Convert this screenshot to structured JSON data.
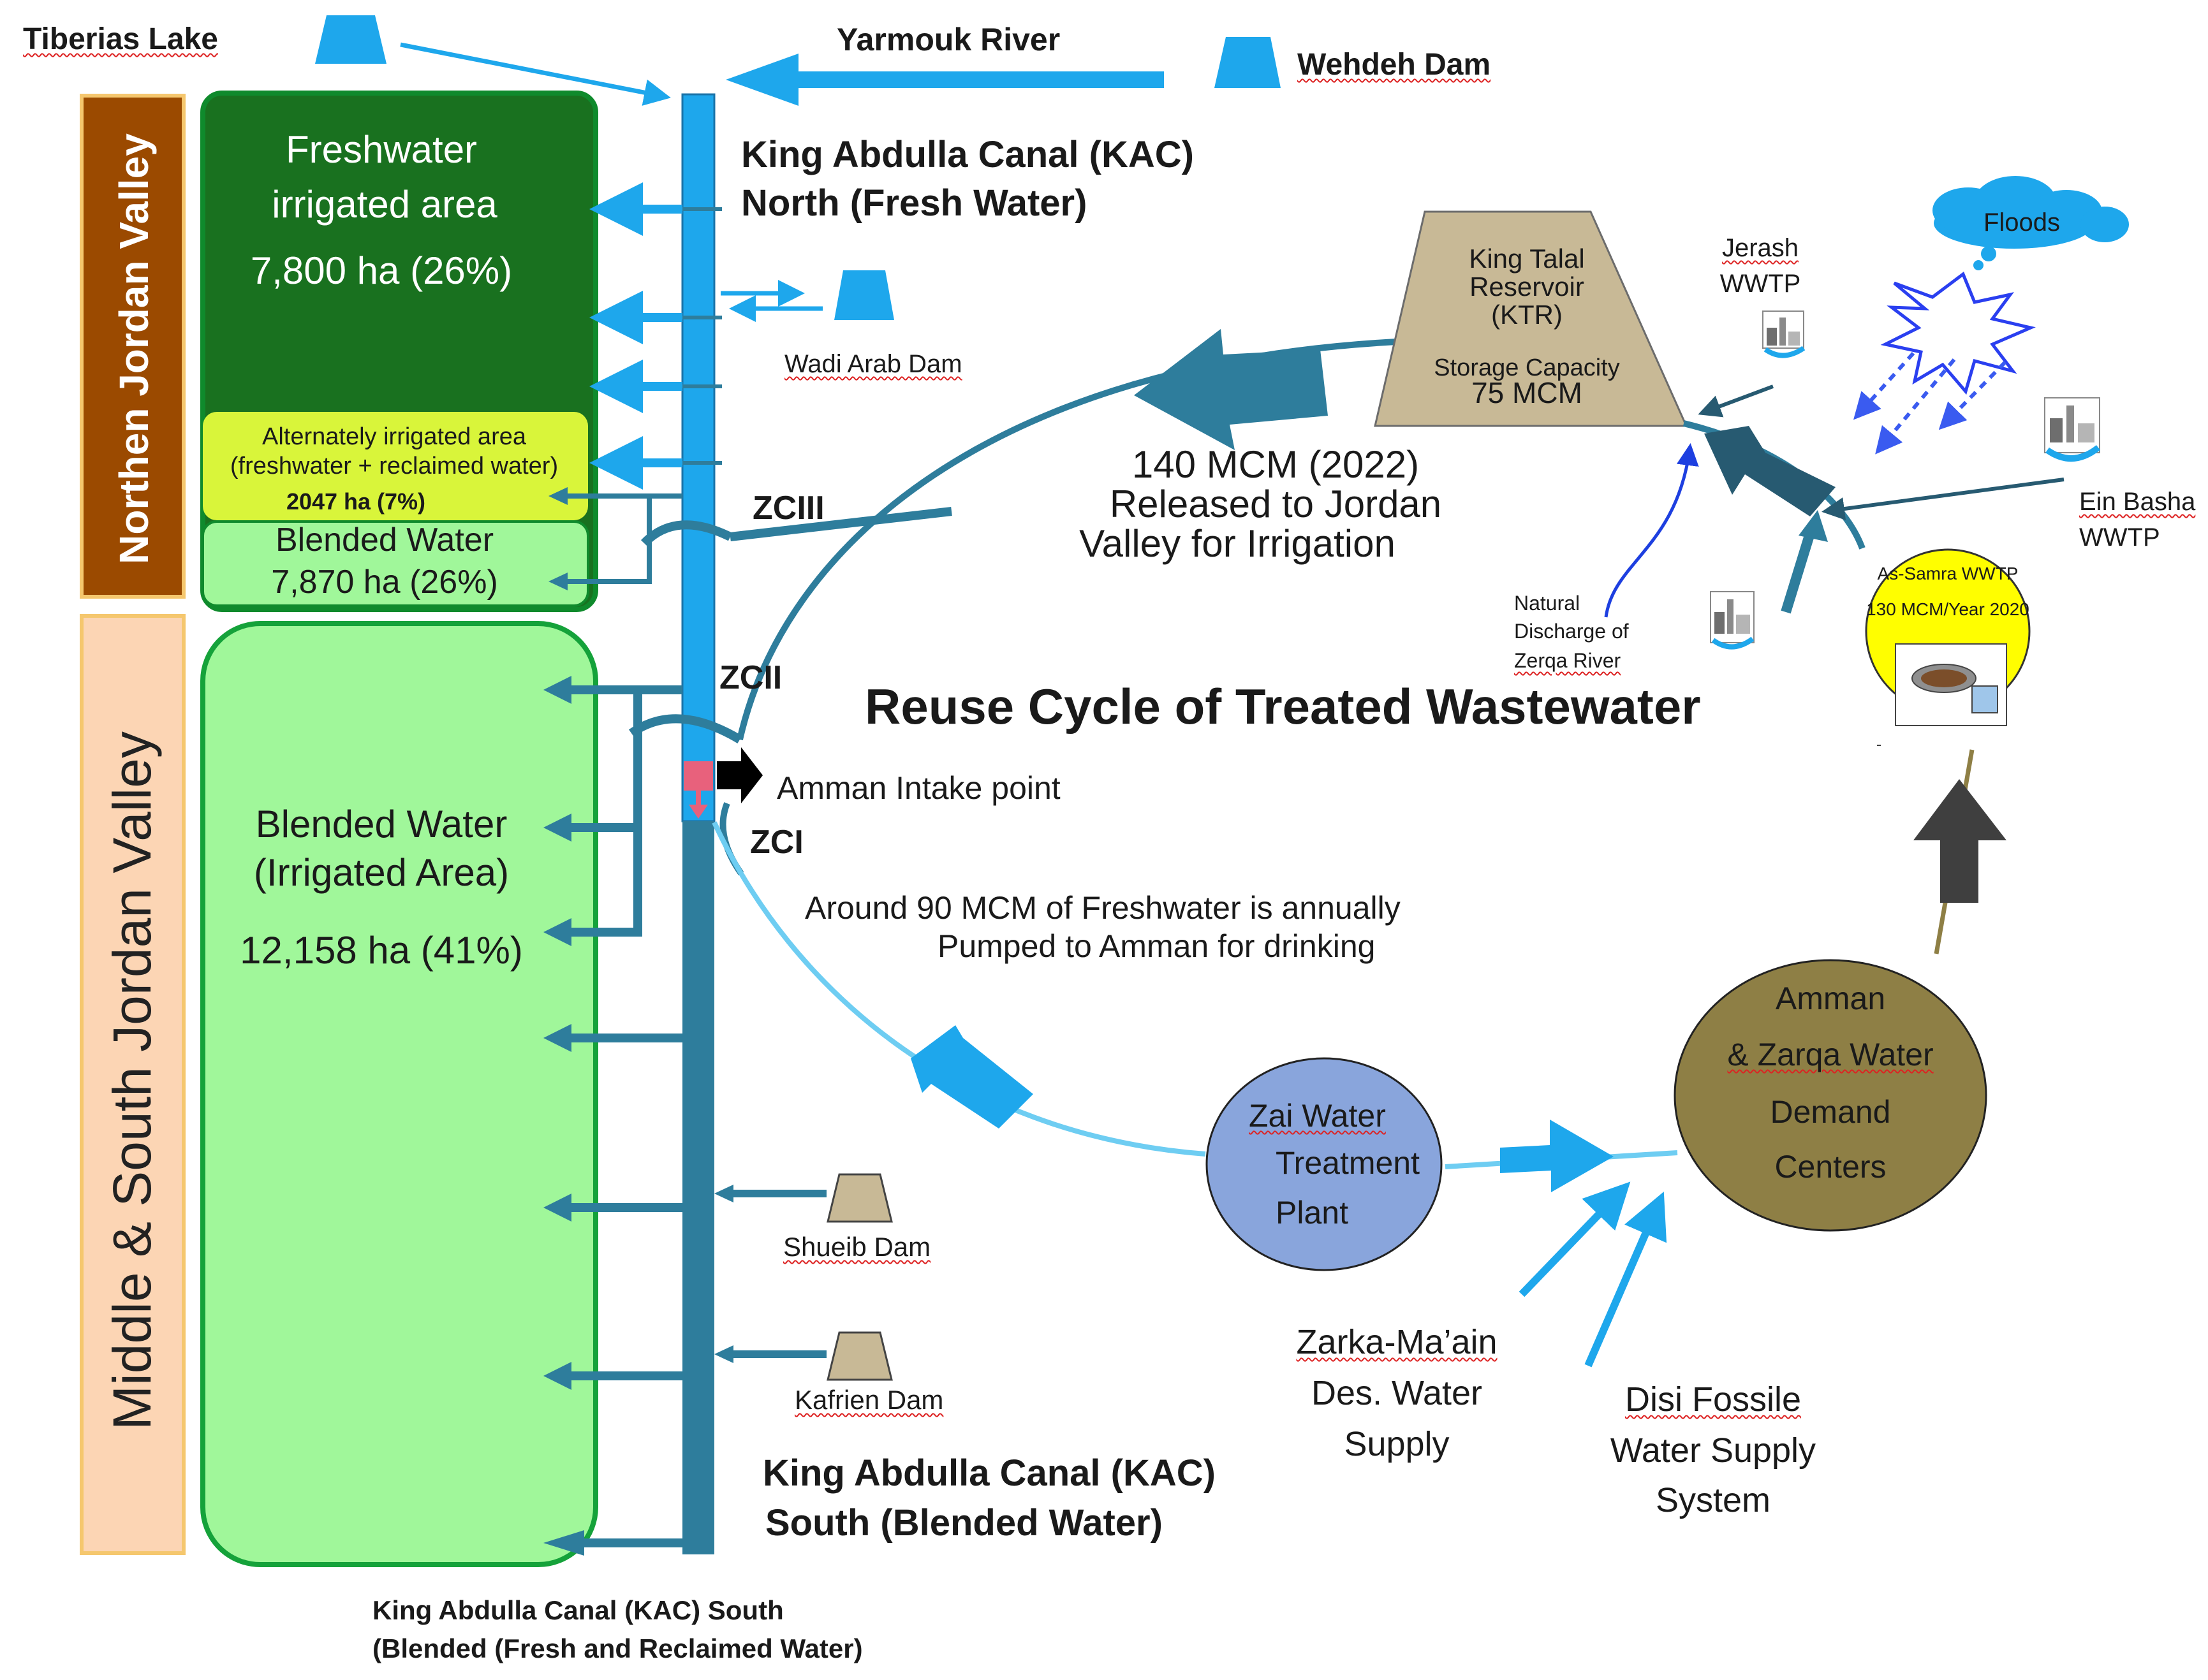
{
  "labels": {
    "tiberias": "Tiberias Lake",
    "yarmouk": "Yarmouk River",
    "wehdeh": "Wehdeh Dam",
    "kac_north_1": "King Abdulla Canal (KAC)",
    "kac_north_2": "North (Fresh Water)",
    "wadi_arab": "Wadi Arab Dam",
    "zciii": "ZCIII",
    "zcii": "ZCII",
    "zci": "ZCI",
    "amman_intake": "Amman Intake point",
    "released_1": "140 MCM (2022)",
    "released_2": "Released to  Jordan",
    "released_3": "Valley for Irrigation",
    "ktr_1": "King Talal",
    "ktr_2": "Reservoir",
    "ktr_3": "(KTR)",
    "ktr_4": "Storage Capacity",
    "ktr_5": "75 MCM",
    "jerash_1": "Jerash",
    "jerash_2": "WWTP",
    "floods": "Floods",
    "ein_basha_1": "Ein Basha",
    "ein_basha_2": "WWTP",
    "natural_1": "Natural",
    "natural_2": "Discharge of",
    "natural_3": "Zerqa River",
    "assamra_1": "As-Samra  WWTP",
    "assamra_2": "130 MCM/Year 2020",
    "reuse_title": "Reuse Cycle of Treated Wastewater",
    "pumped_1": "Around 90 MCM of Freshwater is  annually",
    "pumped_2": "Pumped to Amman for drinking",
    "zai_1": "Zai Water",
    "zai_2": "Treatment",
    "zai_3": "Plant",
    "amman_1": "Amman",
    "amman_2": "& Zarqa Water",
    "amman_3": "Demand",
    "amman_4": "Centers",
    "shueib": "Shueib Dam",
    "kafrien": "Kafrien Dam",
    "kac_south_1": "King Abdulla Canal (KAC)",
    "kac_south_2": "South (Blended Water)",
    "zarka_1": "Zarka-Ma’ain",
    "zarka_2": "Des. Water",
    "zarka_3": "Supply",
    "disi_1": "Disi Fossile",
    "disi_2": "Water Supply",
    "disi_3": "System",
    "bottom_1": "King Abdulla Canal (KAC) South",
    "bottom_2": "(Blended (Fresh and Reclaimed Water)",
    "north_valley": "Northen Jordan Valley",
    "south_valley": "Middle & South Jordan Valley",
    "fresh_1": "Freshwater",
    "fresh_2": "irrigated area",
    "fresh_3": "7,800 ha (26%)",
    "alt_1": "Alternately irrigated area",
    "alt_2": "(freshwater + reclaimed water)",
    "alt_3": "2047 ha (7%)",
    "blend_n_1": "Blended Water",
    "blend_n_2": "7,870 ha (26%)",
    "blend_s_1": "Blended Water",
    "blend_s_2": "(Irrigated Area)",
    "blend_s_3": "12,158 ha (41%)"
  },
  "colors": {
    "fresh_blue": "#1ea7ec",
    "teal_canal": "#2e7d9c",
    "light_blue": "#6ecdf2",
    "dark_green": "#19711f",
    "lime": "#d9f53a",
    "light_green": "#a0f79a",
    "north_valley_bg": "#9b4a00",
    "south_valley_bg": "#fcd5b4",
    "border_gold": "#f5c76e",
    "ktr_tan": "#c8b996",
    "olive": "#8e7f45",
    "assamra_yellow": "#fffe00",
    "zai_blue": "#89a5dc",
    "dark_arrow": "#3f3f3f"
  }
}
